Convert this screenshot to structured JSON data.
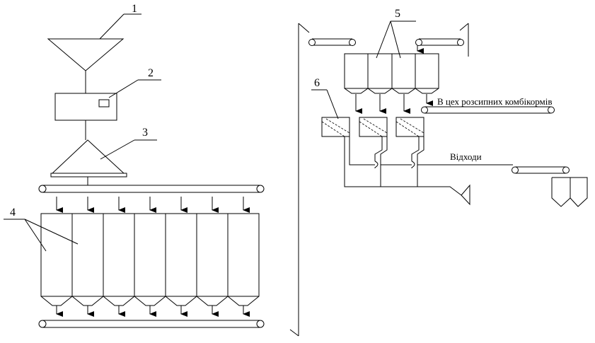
{
  "labels": {
    "n1": "1",
    "n2": "2",
    "n3": "3",
    "n4": "4",
    "n5": "5",
    "n6": "6"
  },
  "captions": {
    "to_workshop": "В цех розсипних комбікормів",
    "waste": "Відходи"
  },
  "colors": {
    "line": "#000000",
    "background": "#ffffff"
  }
}
